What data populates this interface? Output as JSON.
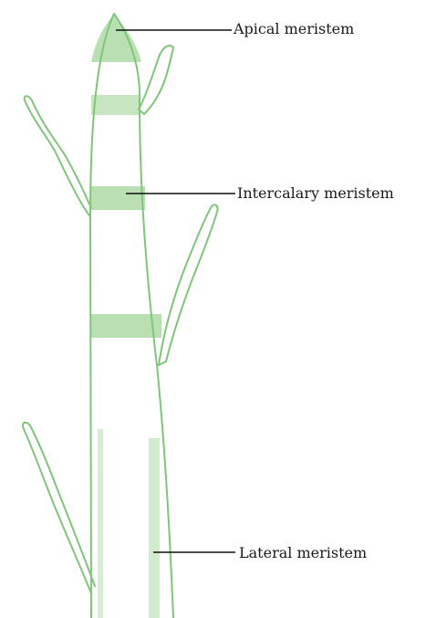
{
  "labels": {
    "apical": "Apical meristem",
    "intercalary": "Intercalary meristem",
    "lateral": "Lateral meristem"
  },
  "colors": {
    "outline": "#7fc67a",
    "meristem_fill": "#b9dfb2",
    "leader_line": "#111111"
  }
}
